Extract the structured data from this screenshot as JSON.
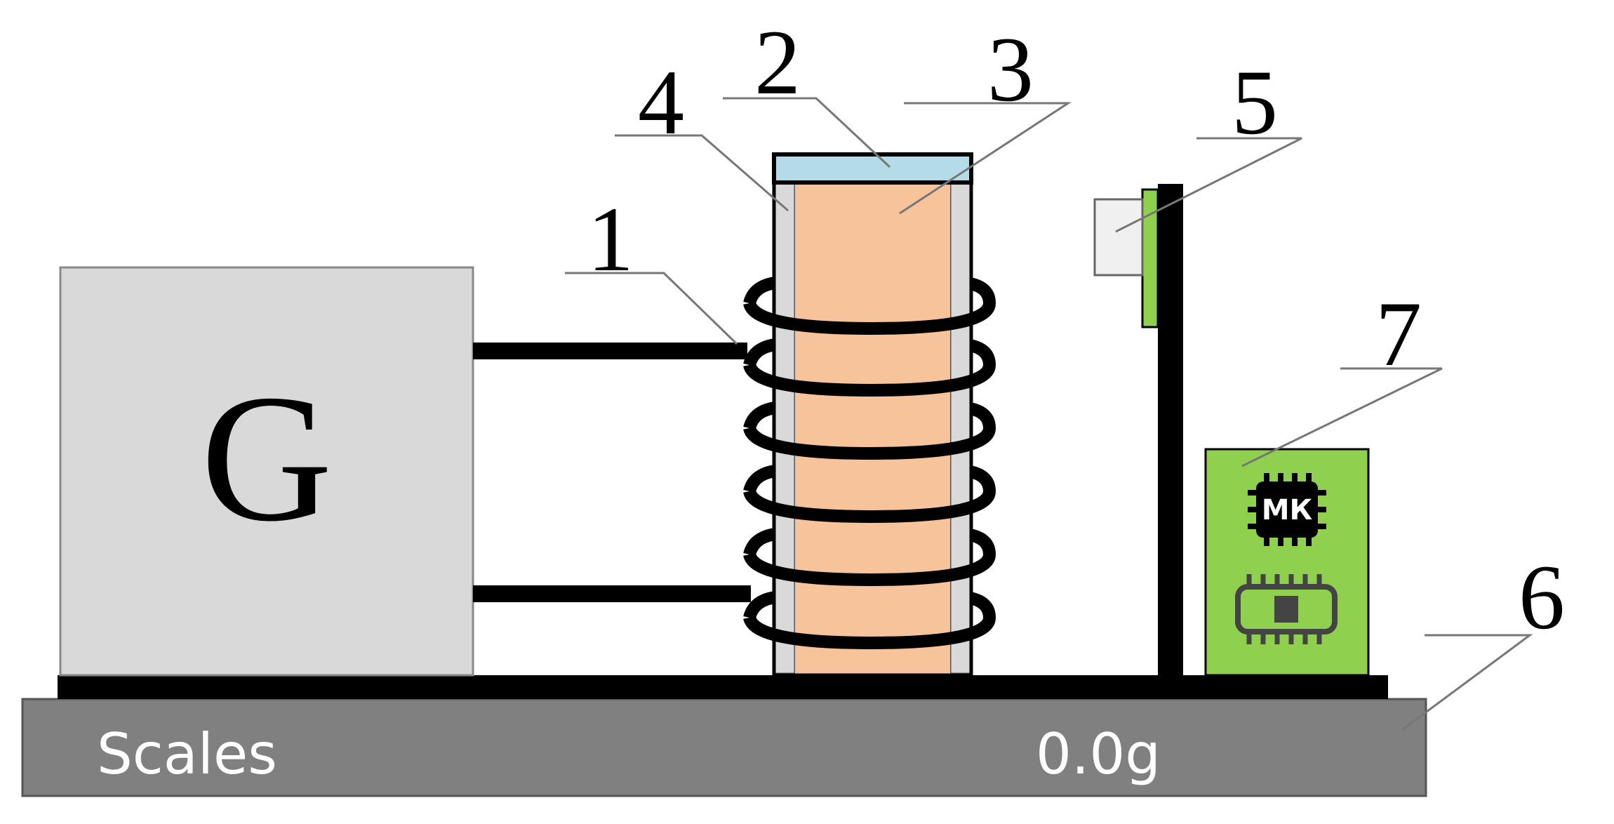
{
  "generator": {
    "label": "G"
  },
  "scales": {
    "label": "Scales",
    "reading": "0.0g"
  },
  "microcontroller": {
    "label": "МК"
  },
  "callouts": [
    "1",
    "2",
    "3",
    "4",
    "5",
    "6",
    "7"
  ],
  "colors": {
    "generator_fill": "#d9d9d9",
    "sample_fill": "#f7c39b",
    "cap_fill": "#b4dce8",
    "tube_wall": "#d9d9d9",
    "board_fill": "#8fd14f",
    "scale_fill": "#808080",
    "sensor_fill": "#f0f0f0"
  }
}
